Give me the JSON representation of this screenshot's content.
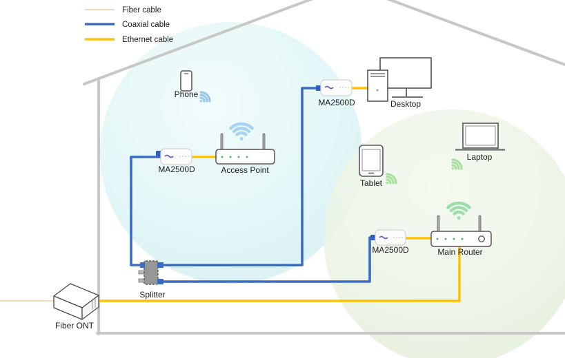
{
  "legend": {
    "items": [
      {
        "id": "fiber",
        "label": "Fiber cable",
        "color": "#F5C9A3"
      },
      {
        "id": "coaxial",
        "label": "Coaxial cable",
        "color": "#3A6CC4"
      },
      {
        "id": "ethernet",
        "label": "Ethernet cable",
        "color": "#FFC104"
      }
    ]
  },
  "nodes": {
    "fiber_ont": {
      "label": "Fiber ONT"
    },
    "splitter": {
      "label": "Splitter"
    },
    "moca_adapter_ap": {
      "label": "MA2500D"
    },
    "moca_adapter_desktop": {
      "label": "MA2500D"
    },
    "moca_adapter_router": {
      "label": "MA2500D"
    },
    "access_point": {
      "label": "Access Point"
    },
    "main_router": {
      "label": "Main Router"
    },
    "desktop": {
      "label": "Desktop"
    },
    "phone": {
      "label": "Phone"
    },
    "tablet": {
      "label": "Tablet"
    },
    "laptop": {
      "label": "Laptop"
    }
  },
  "connections": [
    {
      "from": "wall-outside",
      "to": "fiber_ont",
      "cable": "fiber"
    },
    {
      "from": "fiber_ont",
      "to": "main_router",
      "cable": "ethernet"
    },
    {
      "from": "main_router",
      "to": "moca_adapter_router",
      "cable": "ethernet"
    },
    {
      "from": "moca_adapter_router",
      "to": "splitter",
      "cable": "coaxial"
    },
    {
      "from": "splitter",
      "to": "moca_adapter_ap",
      "cable": "coaxial"
    },
    {
      "from": "splitter",
      "to": "moca_adapter_desktop",
      "cable": "coaxial"
    },
    {
      "from": "moca_adapter_ap",
      "to": "access_point",
      "cable": "ethernet"
    },
    {
      "from": "moca_adapter_desktop",
      "to": "desktop",
      "cable": "ethernet"
    }
  ],
  "colors": {
    "fiber": "#F5C9A3",
    "coaxial": "#3A6CC4",
    "ethernet": "#FFC104",
    "house": "#C7C7C7",
    "wifi_blue": "#A7D3F2",
    "wifi_green": "#9ADFA9",
    "wifi_small_blue": "#9CC7E8",
    "wifi_small_green": "#A8DF9E",
    "coverage_cyan": "#E0F5F6",
    "coverage_green": "#EAF3E3",
    "status_dot": "#44B854",
    "device_plug_blue": "#2F5FC0"
  }
}
